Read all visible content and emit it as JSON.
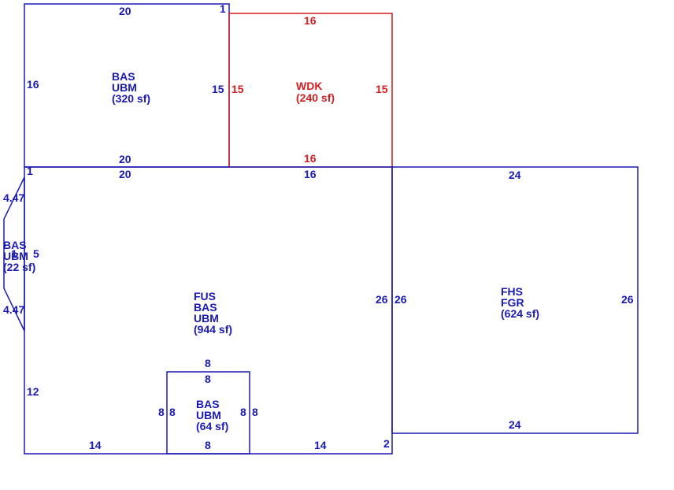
{
  "colors": {
    "blue": "#1a1ab4",
    "red": "#d21e1e"
  },
  "areas": {
    "top_left": {
      "lines": [
        "BAS",
        "UBM",
        "(320 sf)"
      ]
    },
    "wdk": {
      "lines": [
        "WDK",
        "(240 sf)"
      ]
    },
    "left_bump": {
      "lines": [
        "BAS",
        "UBM",
        "(22 sf)"
      ]
    },
    "main": {
      "lines": [
        "FUS",
        "BAS",
        "UBM",
        "(944 sf)"
      ]
    },
    "garage": {
      "lines": [
        "FHS",
        "FGR",
        "(624 sf)"
      ]
    },
    "small": {
      "lines": [
        "BAS",
        "UBM",
        "(64 sf)"
      ]
    }
  },
  "dims": {
    "tl_top": "20",
    "tl_corner": "1",
    "tl_left": "16",
    "tl_right": "15",
    "tl_bottom": "20",
    "wdk_top": "16",
    "wdk_left": "15",
    "wdk_right": "15",
    "wdk_bottom": "16",
    "main_top_left": "20",
    "main_top_right": "16",
    "main_corner": "1",
    "bump_upper": "4.47",
    "bump_lower": "4.47",
    "bump_label": "5",
    "bump_label_2": "1",
    "main_right": "26",
    "main_left_lower": "12",
    "main_bottom_left": "14",
    "main_bottom_right": "14",
    "main_corner_2": "2",
    "gar_top": "24",
    "gar_left": "26",
    "gar_right": "26",
    "gar_bottom": "24",
    "sm_top_out": "8",
    "sm_top_in": "8",
    "sm_left_out": "8",
    "sm_left_in": "8",
    "sm_right_in": "8",
    "sm_right_out": "8",
    "sm_bottom": "8"
  }
}
